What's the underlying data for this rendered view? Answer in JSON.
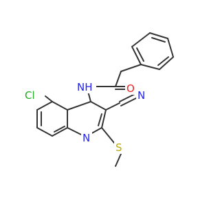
{
  "molecule": {
    "atom_labels": {
      "cl": "Cl",
      "nh": "NH",
      "o": "O",
      "ring_n": "N",
      "nitrile_n": "N",
      "s": "S"
    },
    "colors": {
      "bond": "#333333",
      "chlorine": "#22aa22",
      "nitrogen": "#2222ee",
      "oxygen": "#ee2222",
      "sulfur": "#bbaa00"
    }
  }
}
